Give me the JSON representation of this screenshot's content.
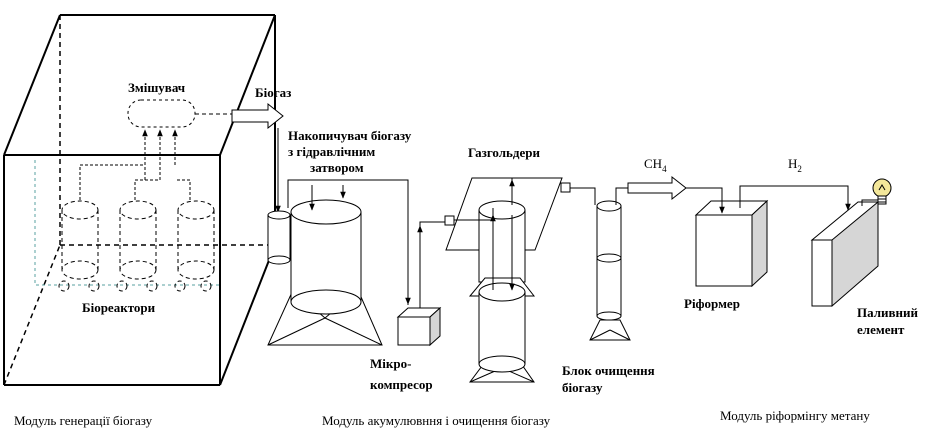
{
  "labels": {
    "mixer": "Змішувач",
    "biogas": "Біогаз",
    "storage_line1": "Накопичувач біогазу",
    "storage_line2": "з гідравлічним",
    "storage_line3": "затвором",
    "gasholders": "Газгольдери",
    "ch4_main": "CH",
    "ch4_sub": "4",
    "h2_main": "H",
    "h2_sub": "2",
    "bioreactors": "Біореактори",
    "reformer": "Ріформер",
    "fuel_cell_line1": "Паливний",
    "fuel_cell_line2": "елемент",
    "compressor_line1": "Мікро-",
    "compressor_line2": "компресор",
    "purification_line1": "Блок очищення",
    "purification_line2": "біогазу"
  },
  "captions": {
    "module_generation": "Модуль генерації біогазу",
    "module_accumulation": "Модуль акумулювння і очищення біогазу",
    "module_reforming": "Модуль  ріформінгу метану"
  },
  "colors": {
    "line": "#000000",
    "dashed_teal": "#5aa0a0",
    "bulb": "#f3e79a",
    "box_side": "#d6d6d6"
  }
}
